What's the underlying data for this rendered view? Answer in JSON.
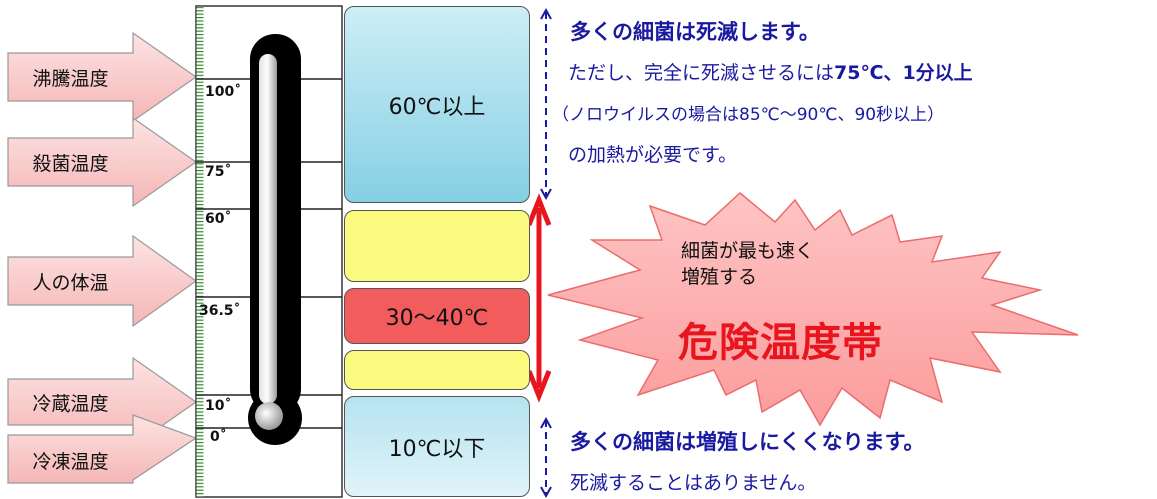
{
  "arrows": [
    {
      "key": "boiling",
      "label": "沸騰温度"
    },
    {
      "key": "sterilize",
      "label": "殺菌温度"
    },
    {
      "key": "body",
      "label": "人の体温"
    },
    {
      "key": "fridge",
      "label": "冷蔵温度"
    },
    {
      "key": "freeze",
      "label": "冷凍温度"
    }
  ],
  "scale": [
    "100˚",
    "75˚",
    "60˚",
    "36.5˚",
    "10˚",
    "0˚"
  ],
  "zones": {
    "hot": "60℃以上",
    "danger_mid": "30～40℃",
    "cold": "10℃以下"
  },
  "top_note": {
    "heading": "多くの細菌は死滅します。",
    "line1_pre": "ただし、完全に死滅させるには",
    "line1_bold": "75℃、1分以上",
    "line2": "（ノロウイルスの場合は85℃～90℃、90秒以上）",
    "line3": "の加熱が必要です。"
  },
  "burst": {
    "line1": "細菌が最も速く",
    "line2": "増殖する",
    "title": "危険温度帯"
  },
  "bottom_note": {
    "heading": "多くの細菌は増殖しにくくなります。",
    "sub": "死滅することはありません。"
  },
  "colors": {
    "arrow_fill": "#f8caca",
    "hot_zone": "#a8dcec",
    "cold_zone": "#c4e6f0",
    "yellow_zone": "#fbfb80",
    "red_zone": "#f25c5c",
    "danger_arrow": "#e8141e",
    "note_text": "#1a1aa0",
    "burst_fill": "#fcaaaa",
    "burst_title": "#e8141e"
  }
}
